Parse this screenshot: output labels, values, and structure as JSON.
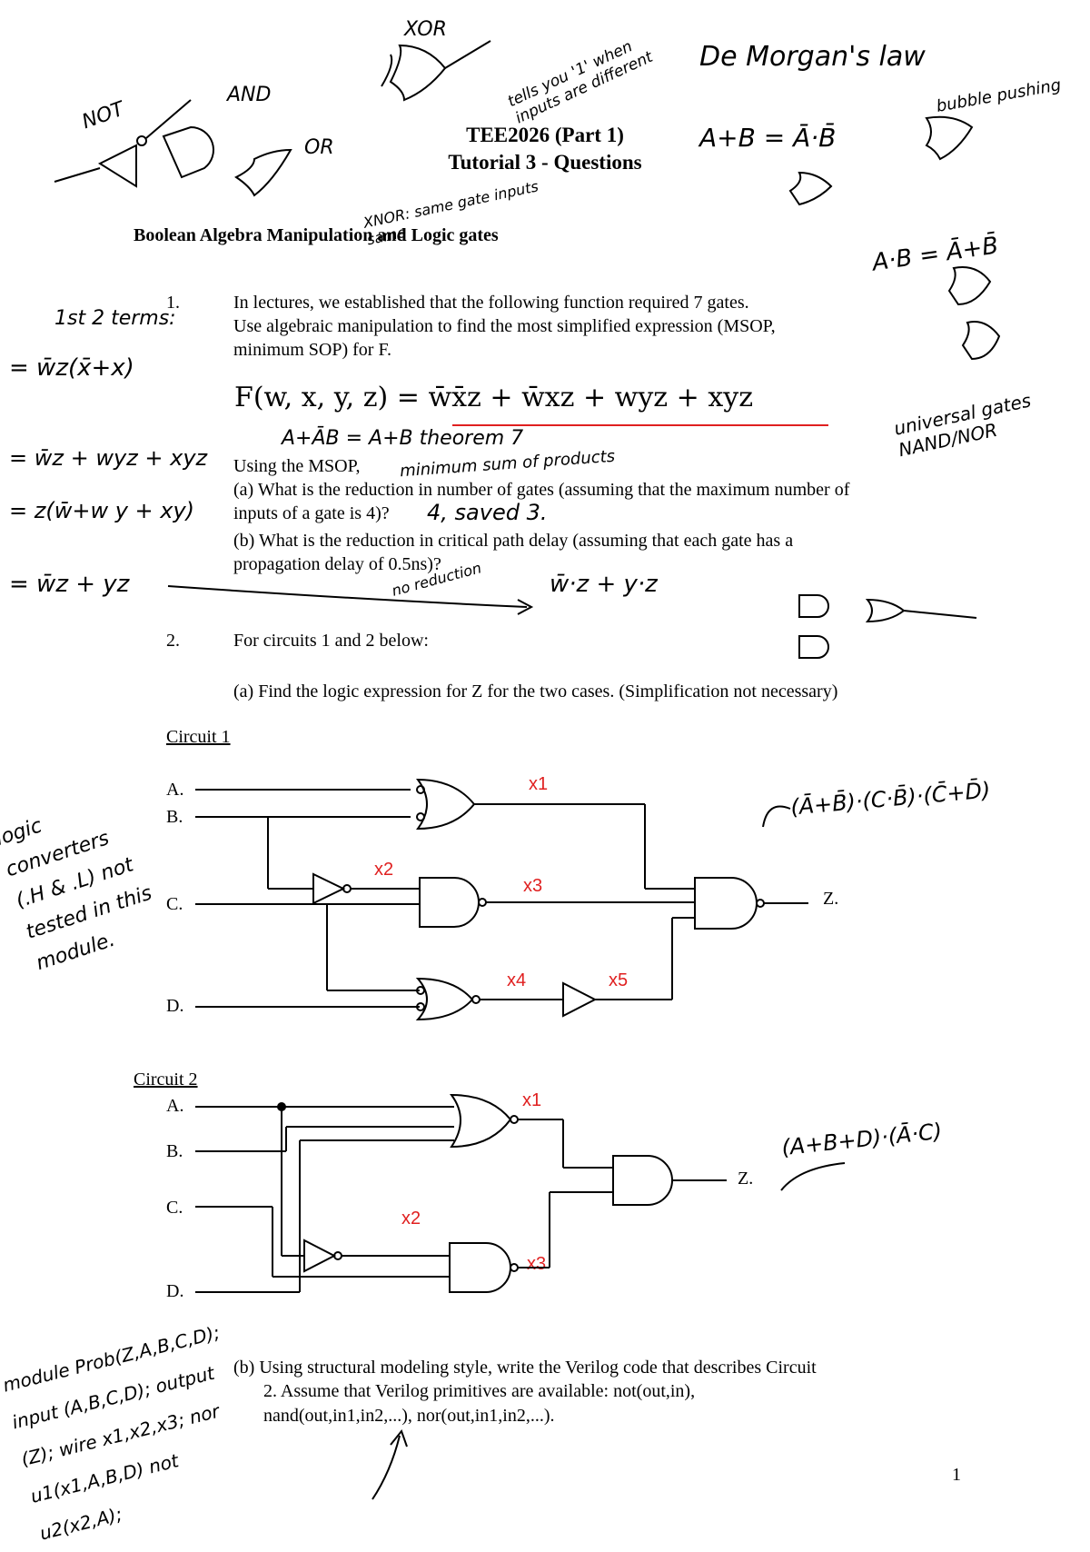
{
  "header": {
    "course": "TEE2026 (Part 1)",
    "tutorial": "Tutorial 3 - Questions"
  },
  "section_title": "Boolean Algebra Manipulation and Logic gates",
  "q1": {
    "number": "1.",
    "text_line1": "In lectures, we established that the following function required 7 gates.",
    "text_line2": "Use algebraic manipulation to find the most simplified expression (MSOP,",
    "text_line3": "minimum SOP) for F.",
    "formula": "F(w, x, y, z) = w̄x̄z + w̄xz + wyz + xyz",
    "using": "Using the MSOP,",
    "part_a_line1": "(a) What is the reduction in number of gates (assuming that the maximum number of",
    "part_a_line2": "inputs of a gate is 4)?",
    "part_b_line1": "(b) What is the reduction in critical path delay (assuming that each gate has a",
    "part_b_line2": "propagation delay of 0.5ns)?"
  },
  "q2": {
    "number": "2.",
    "intro": "For circuits 1 and 2 below:",
    "part_a": "(a) Find the logic expression for Z for the two cases. (Simplification not necessary)",
    "part_b_line1": "(b) Using structural modeling style, write the Verilog code that describes Circuit",
    "part_b_line2": "2. Assume that Verilog primitives are available: not(out,in),",
    "part_b_line3": "nand(out,in1,in2,...), nor(out,in1,in2,...)."
  },
  "circuit1": {
    "label": "Circuit 1",
    "inputs": [
      "A.",
      "B.",
      "C.",
      "D."
    ],
    "output": "Z.",
    "wire_labels": [
      "x1",
      "x2",
      "x3",
      "x4",
      "x5"
    ]
  },
  "circuit2": {
    "label": "Circuit 2",
    "inputs": [
      "A.",
      "B.",
      "C.",
      "D."
    ],
    "output": "Z.",
    "wire_labels": [
      "x1",
      "x2",
      "x3"
    ]
  },
  "page_number": "1",
  "annotations": {
    "not": "NOT",
    "and": "AND",
    "or": "OR",
    "xor": "XOR",
    "xor_note": "tells you '1' when inputs are different",
    "xnor_note": "XNOR: same gate inputs same",
    "demorgan": "De Morgan's law",
    "demorgan_eq1": "A+B = Ā·B̄",
    "demorgan_eq2": "A·B = Ā+B̄",
    "bubble": "bubble pushing",
    "universal": "universal gates NAND/NOR",
    "first_terms": "1st 2 terms:",
    "step1": "= w̄z(x̄+x)",
    "step2": "= w̄z + wyz + xyz",
    "step3": "= z(w̄+w y + xy)",
    "step4": "= w̄z + yz",
    "theorem": "A+ĀB = A+B  theorem 7",
    "msop_note": "minimum sum of products",
    "answer_a": "4, saved 3.",
    "answer_b": "no reduction",
    "result": "w̄·z + y·z",
    "c1_expr": "(Ā+B̄)·(C·B̄)·(C̄+D̄)",
    "c2_expr": "(A+B+D)·(Ā·C)",
    "side_note": "logic converters (.H & .L) not tested in this module.",
    "verilog": "module Prob(Z,A,B,C,D); input (A,B,C,D); output (Z); wire x1,x2,x3; nor u1(x1,A,B,D) not u2(x2,A);"
  }
}
